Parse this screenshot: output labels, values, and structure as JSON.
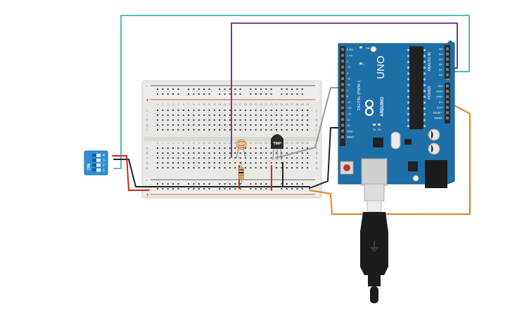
{
  "title": "",
  "dip_switch": {
    "label": "ON",
    "pins": [
      "1",
      "2",
      "3",
      "4"
    ],
    "color": "#2f8fd8"
  },
  "breadboard": {
    "column_numbers": [
      "1",
      "2",
      "3",
      "4",
      "5",
      "6",
      "7",
      "8",
      "9",
      "10",
      "11",
      "12",
      "13",
      "14",
      "15",
      "16",
      "17",
      "18",
      "19",
      "20",
      "21",
      "22",
      "23",
      "24",
      "25",
      "26",
      "27",
      "28",
      "29",
      "30"
    ],
    "top_rows": [
      "j",
      "i",
      "h",
      "g",
      "f"
    ],
    "bottom_rows": [
      "e",
      "d",
      "c",
      "b",
      "a"
    ],
    "rail_plus": "+",
    "rail_minus": "-",
    "color": "#e7e7e3"
  },
  "temperature_sensor": {
    "label": "TMP"
  },
  "arduino": {
    "model": "UNO",
    "brand": "ARDUINO",
    "digital_header_label": "DIGITAL (PWM~)",
    "digital_pins": [
      "0 RX",
      "1 TX",
      "2",
      "~3",
      "4",
      "~5",
      "~6",
      "7",
      "8",
      "~9",
      "~10",
      "~11",
      "12",
      "13",
      "GND",
      "AREF"
    ],
    "analog_header_label": "ANALOG IN",
    "analog_pins": [
      "A0",
      "A1",
      "A2",
      "A3",
      "A4",
      "A5"
    ],
    "power_header_label": "POWER",
    "power_pins": [
      "VIN",
      "GND",
      "GND",
      "5V",
      "3.3V",
      "RESET",
      "IOREF"
    ],
    "leds": [
      "ON",
      "L",
      "TX",
      "RX"
    ],
    "board_color": "#1d6fa8"
  },
  "wire_colors": {
    "teal": "#5ab7c4",
    "purple": "#7a3c91",
    "orange": "#e0811f",
    "gray": "#999999",
    "red": "#d72222",
    "black": "#222222"
  }
}
